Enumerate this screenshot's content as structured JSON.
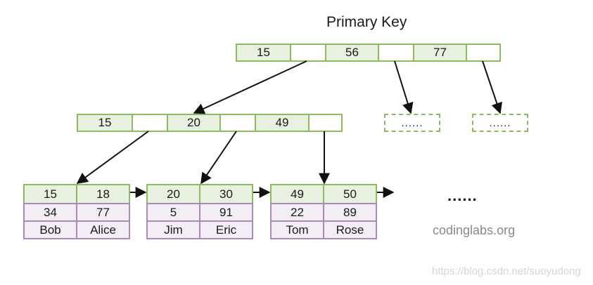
{
  "title": "Primary Key",
  "root": {
    "keys": [
      "15",
      "56",
      "77"
    ]
  },
  "internal": {
    "keys": [
      "15",
      "20",
      "49"
    ]
  },
  "placeholders": [
    "......",
    "......"
  ],
  "leaves": [
    {
      "keys": [
        "15",
        "18"
      ],
      "rows": [
        [
          "34",
          "77"
        ],
        [
          "Bob",
          "Alice"
        ]
      ]
    },
    {
      "keys": [
        "20",
        "30"
      ],
      "rows": [
        [
          "5",
          "91"
        ],
        [
          "Jim",
          "Eric"
        ]
      ]
    },
    {
      "keys": [
        "49",
        "50"
      ],
      "rows": [
        [
          "22",
          "89"
        ],
        [
          "Tom",
          "Rose"
        ]
      ]
    }
  ],
  "more_leaves": "......",
  "brand": "codinglabs.org",
  "watermark": "https://blog.csdn.net/suoyudong",
  "colors": {
    "node_border": "#8dbb5f",
    "key_fill": "#e8f0df",
    "record_border": "#a98ab8",
    "record_fill": "#f3edf5"
  }
}
